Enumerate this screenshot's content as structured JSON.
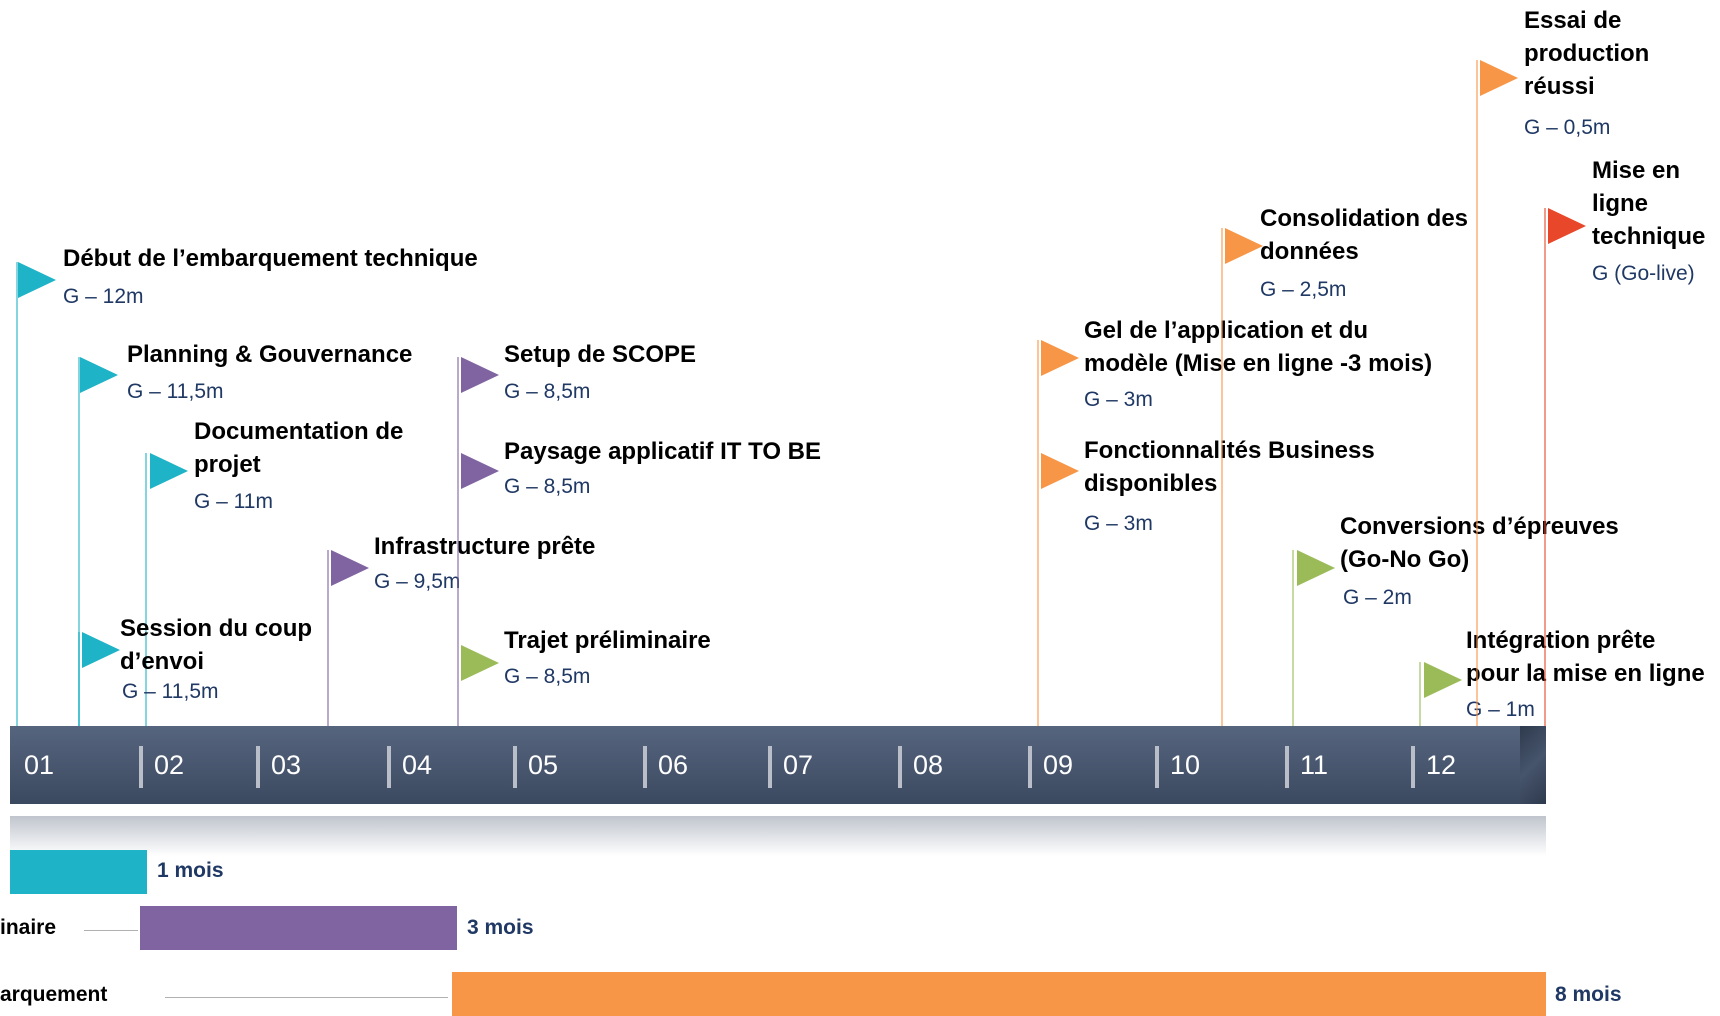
{
  "colors": {
    "teal": "#1fb3c7",
    "purple": "#8064a2",
    "orange": "#f79646",
    "green": "#9bbb59",
    "red": "#e8472a",
    "navy": "#1f3864",
    "axis": "#46546c"
  },
  "months": [
    "01",
    "02",
    "03",
    "04",
    "05",
    "06",
    "07",
    "08",
    "09",
    "10",
    "11",
    "12"
  ],
  "milestones": [
    {
      "title": [
        "Début de l’embarquement technique"
      ],
      "sub": "G – 12m",
      "color": "teal"
    },
    {
      "title": [
        "Planning & Gouvernance"
      ],
      "sub": "G – 11,5m",
      "color": "teal"
    },
    {
      "title": [
        "Documentation de",
        "projet"
      ],
      "sub": "G – 11m",
      "color": "teal"
    },
    {
      "title": [
        "Session du coup",
        "d’envoi"
      ],
      "sub": "G – 11,5m",
      "color": "teal"
    },
    {
      "title": [
        "Infrastructure  prête"
      ],
      "sub": "G – 9,5m",
      "color": "purple"
    },
    {
      "title": [
        "Setup de SCOPE"
      ],
      "sub": "G – 8,5m",
      "color": "purple"
    },
    {
      "title": [
        "Paysage applicatif IT TO BE"
      ],
      "sub": "G – 8,5m",
      "color": "purple"
    },
    {
      "title": [
        "Trajet préliminaire"
      ],
      "sub": "G – 8,5m",
      "color": "green"
    },
    {
      "title": [
        "Gel de l’application et du",
        "modèle (Mise en ligne -3 mois)"
      ],
      "sub": "G – 3m",
      "color": "orange"
    },
    {
      "title": [
        "Fonctionnalités Business",
        "disponibles"
      ],
      "sub": "G – 3m",
      "color": "orange"
    },
    {
      "title": [
        "Consolidation des",
        "données"
      ],
      "sub": "G – 2,5m",
      "color": "orange"
    },
    {
      "title": [
        "Conversions d’épreuves",
        "(Go-No Go)"
      ],
      "sub": "G – 2m",
      "color": "green"
    },
    {
      "title": [
        "Intégration prête",
        "pour la mise en ligne"
      ],
      "sub": "G – 1m",
      "color": "green"
    },
    {
      "title": [
        "Essai de",
        "production",
        "réussi"
      ],
      "sub": "G – 0,5m",
      "color": "orange"
    },
    {
      "title": [
        "Mise en",
        "ligne",
        "technique"
      ],
      "sub": "G (Go-live)",
      "color": "red"
    }
  ],
  "phases": [
    {
      "label": "",
      "duration": "1 mois",
      "color": "teal"
    },
    {
      "label": "inaire",
      "duration": "3 mois",
      "color": "purple"
    },
    {
      "label": "arquement",
      "duration": "8 mois",
      "color": "orange"
    }
  ]
}
